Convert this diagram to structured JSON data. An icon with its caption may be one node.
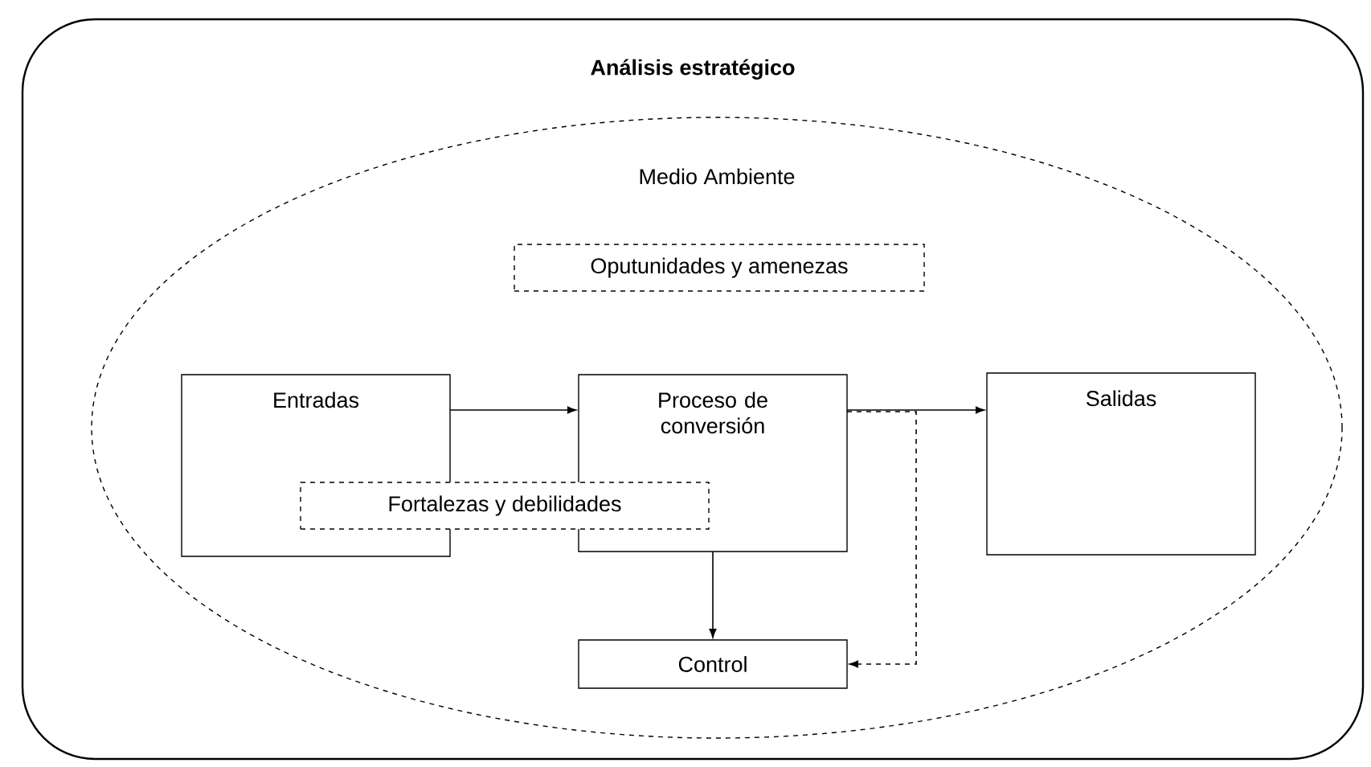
{
  "diagram": {
    "nodes": [
      {
        "text": [
          "Análisis estratégico"
        ]
      },
      {
        "text": [
          "Medio Ambiente"
        ],
        "in": 0
      },
      {
        "text": [
          "Oputunidades y amenezas"
        ],
        "in": 1
      },
      {
        "text": [
          "Entradas"
        ],
        "in": 1
      },
      {
        "text": [
          "Proceso de conversión"
        ],
        "in": 1
      },
      {
        "text": [
          "Salidas"
        ],
        "in": 1
      },
      {
        "text": [
          "Fortalezas y debilidades"
        ],
        "in": 1
      },
      {
        "text": [
          "Control"
        ],
        "in": 1
      }
    ],
    "edges": [
      {
        "from": 3,
        "to": 4,
        "arrow": "to"
      },
      {
        "from": 4,
        "to": 5,
        "arrow": "to"
      },
      {
        "from": 4,
        "to": 7,
        "arrow": "to"
      },
      {
        "from": 4,
        "to": 7,
        "arrow": "to",
        "style": "dashed"
      }
    ]
  }
}
